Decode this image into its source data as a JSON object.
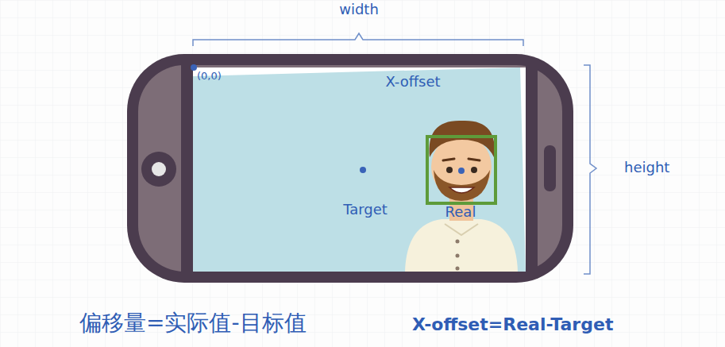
{
  "diagram": {
    "labels": [
      "width",
      "(0,0)",
      "X-offset",
      "Target",
      "Real",
      "height",
      "偏移量=实际值-目标值",
      "X-offset=Real-Target"
    ]
  }
}
